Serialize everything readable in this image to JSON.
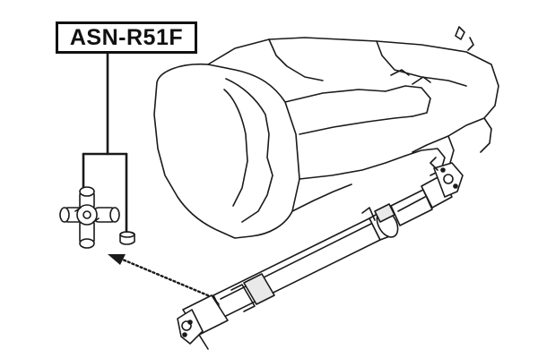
{
  "diagram": {
    "part_number": "ASN-R51F",
    "callout_colors": {
      "ink": "#1a1a1a",
      "background": "#ffffff"
    },
    "components": [
      {
        "name": "universal-joint-cross",
        "icon": "u-joint-icon"
      },
      {
        "name": "bearing-cap",
        "icon": "bearing-cap-icon"
      },
      {
        "name": "transmission-housing",
        "icon": "transmission-icon"
      },
      {
        "name": "propeller-shaft",
        "icon": "drive-shaft-icon"
      }
    ]
  }
}
